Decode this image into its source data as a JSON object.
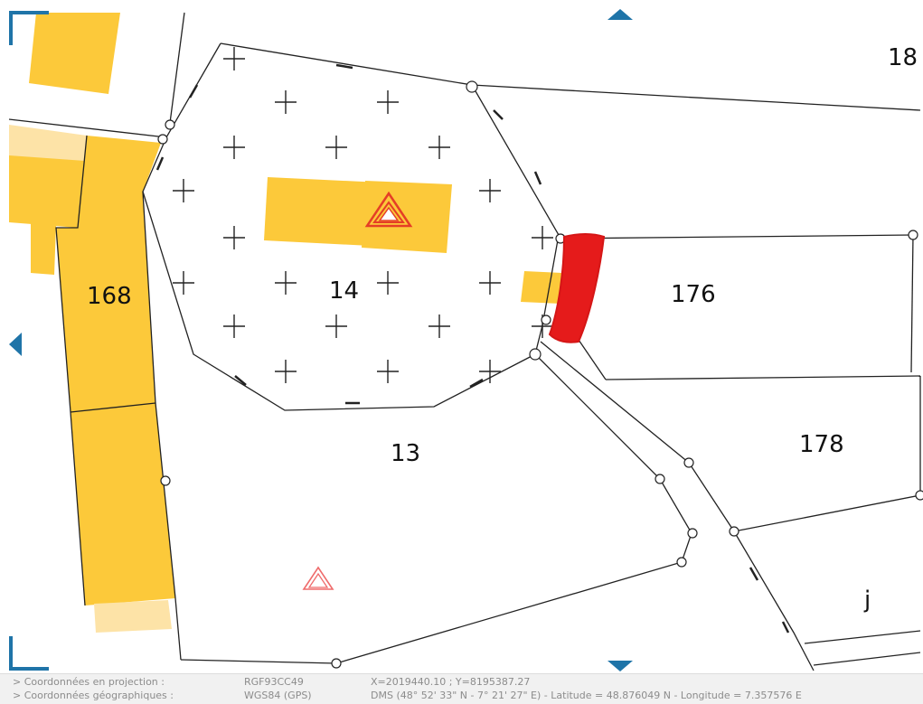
{
  "map": {
    "colors": {
      "building": "#fcc93a",
      "building_light": "#fde3a7",
      "highlight": "#e51b1b",
      "line": "#222222",
      "nav": "#1f74a8",
      "marker": "#e53e26"
    },
    "parcels": [
      {
        "id": "p168",
        "label": "168"
      },
      {
        "id": "p14",
        "label": "14"
      },
      {
        "id": "p176",
        "label": "176"
      },
      {
        "id": "p13",
        "label": "13"
      },
      {
        "id": "p178",
        "label": "178"
      },
      {
        "id": "p18",
        "label": "18"
      },
      {
        "id": "pj",
        "label": "j"
      }
    ],
    "icons": {
      "nav_top": "triangle-up",
      "nav_left": "triangle-left",
      "nav_bottom": "triangle-down",
      "corner_tl": "corner-bracket",
      "corner_bl": "corner-bracket",
      "marker": "nested-triangle",
      "cemetery_hatch": "cross"
    }
  },
  "coordinates": {
    "projection": {
      "label": "> Coordonnées en projection :",
      "system": "RGF93CC49",
      "value": "X=2019440.10 ; Y=8195387.27"
    },
    "geographic": {
      "label": "> Coordonnées géographiques :",
      "system": "WGS84 (GPS)",
      "value": "DMS (48° 52' 33\" N - 7° 21' 27\" E) - Latitude = 48.876049 N - Longitude = 7.357576 E"
    }
  }
}
